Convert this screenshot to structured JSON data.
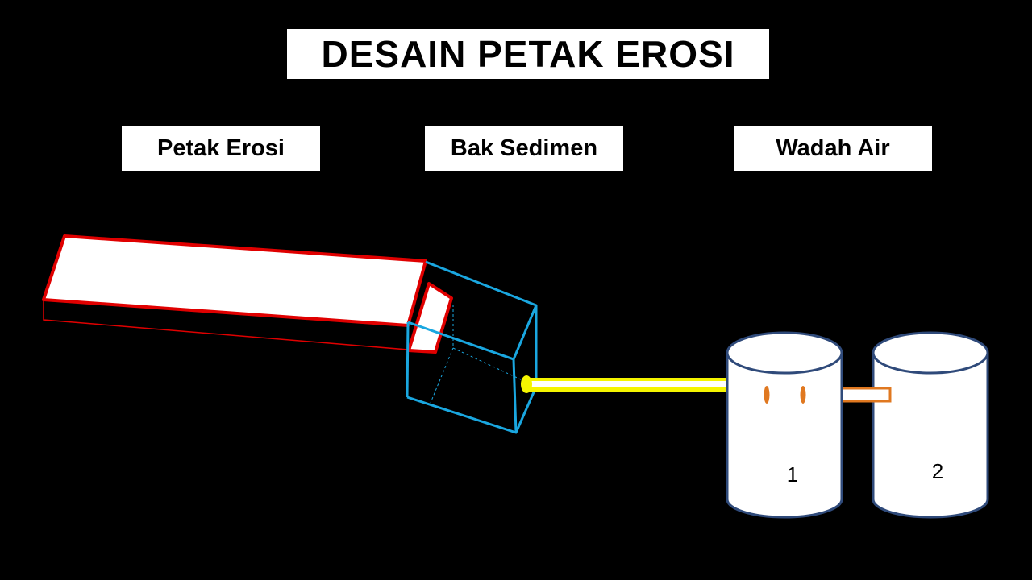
{
  "title": "DESAIN PETAK EROSI",
  "labels": {
    "plot": "Petak Erosi",
    "sediment_tank": "Bak Sedimen",
    "water_container": "Wadah Air"
  },
  "containers": [
    {
      "number": "1"
    },
    {
      "number": "2"
    }
  ],
  "colors": {
    "background": "#000000",
    "plot_outline": "#e00000",
    "tank_outline": "#1aa7e0",
    "pipe": "#f5f500",
    "connector": "#e07820",
    "container_outline": "#2f4a7a"
  }
}
